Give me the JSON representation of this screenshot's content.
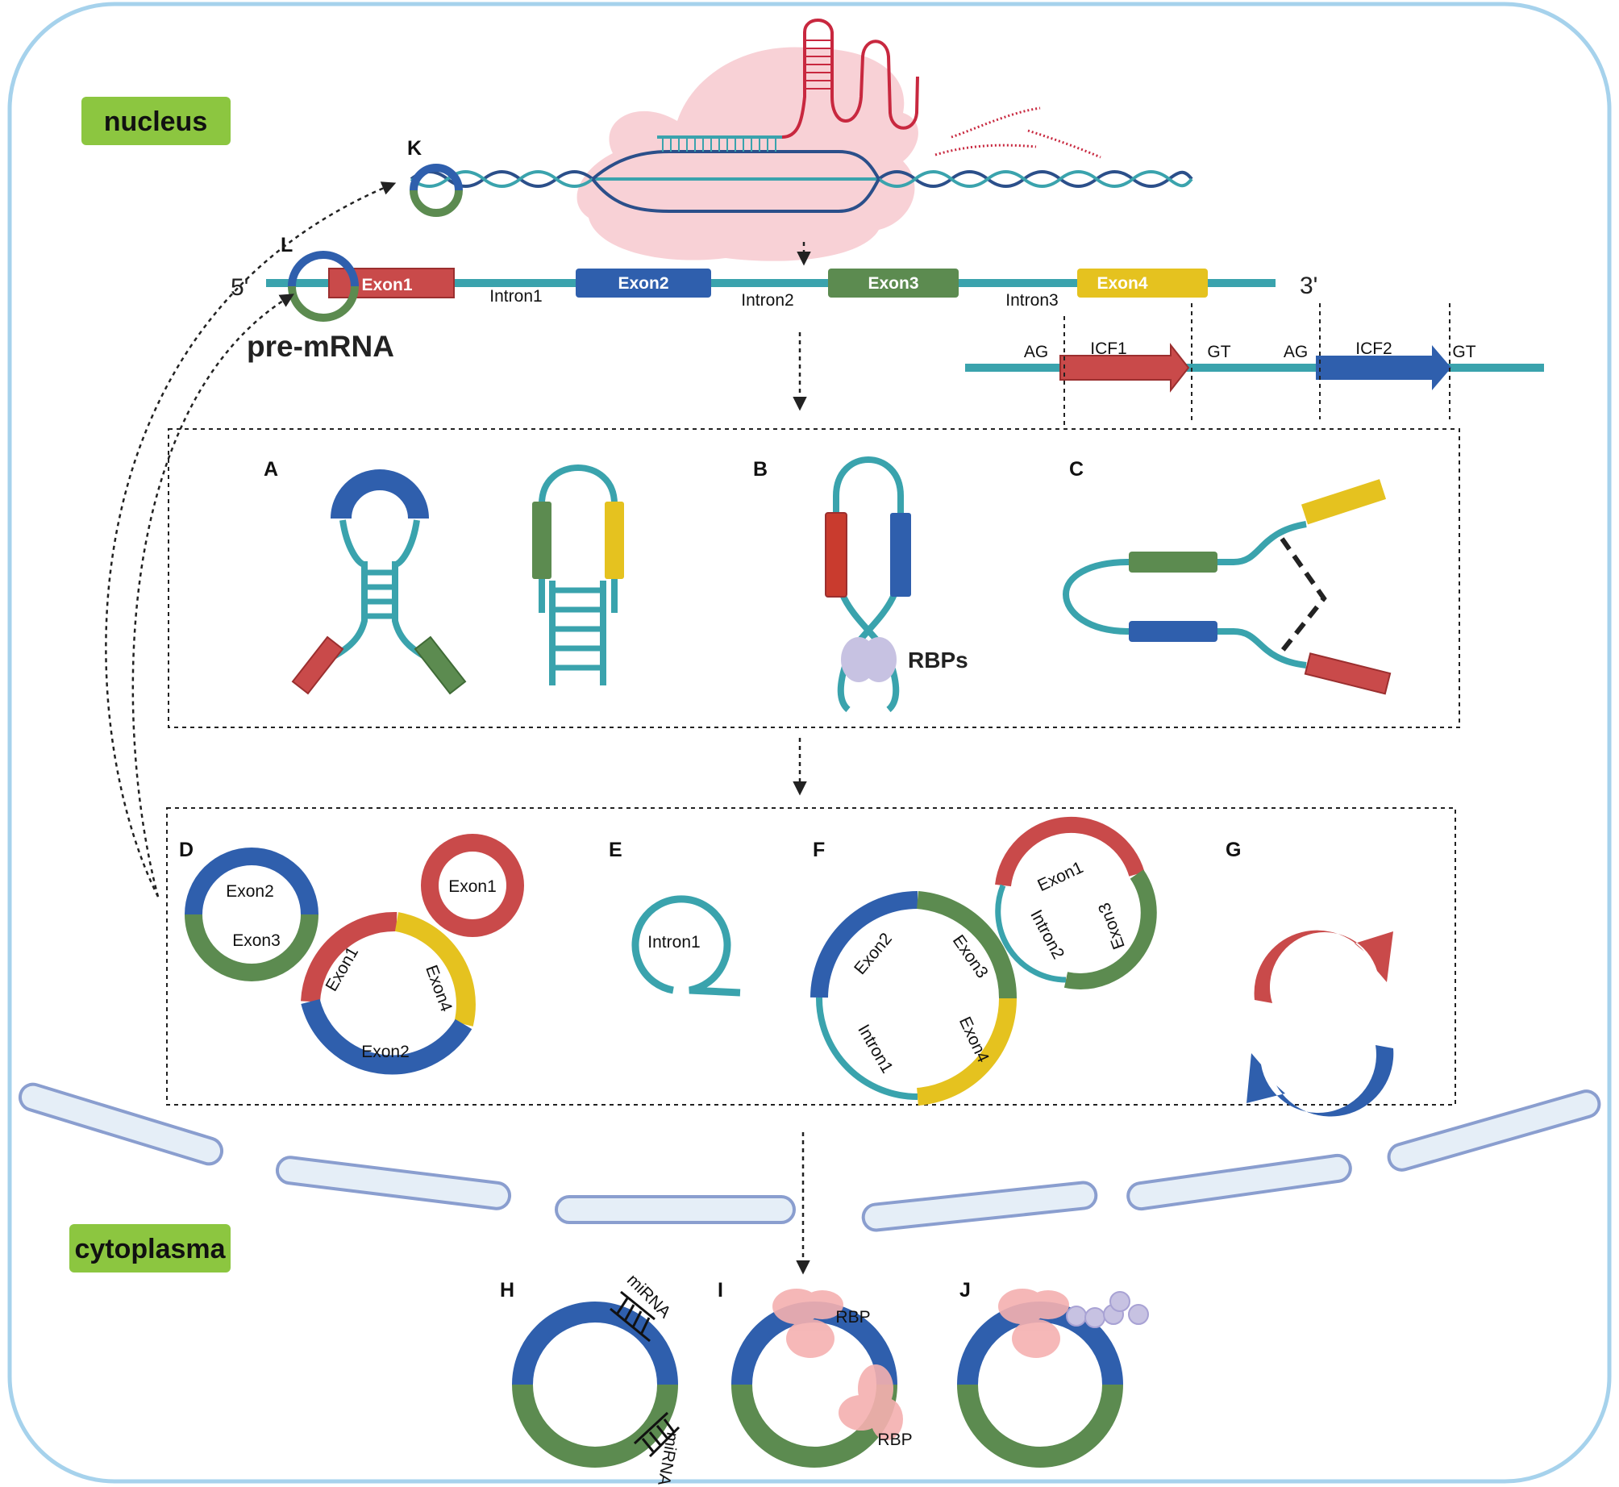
{
  "colors": {
    "teal": "#3aa3ad",
    "red": "#c94a4a",
    "blue": "#2f5fad",
    "green": "#5c8b50",
    "yellow": "#e5c21f",
    "lime": "#8cc640",
    "cell_border": "#a6d2ec",
    "membrane_fill": "#e5eef7",
    "membrane_stroke": "#8a9ecf",
    "pink": "#f6c2c2",
    "rbp_lilac": "#c7c2e2"
  },
  "compartments": {
    "nucleus": "nucleus",
    "cytoplasma": "cytoplasma"
  },
  "top": {
    "label_k": "K",
    "label_l": "L",
    "five_prime": "5'",
    "three_prime": "3'",
    "pre_mrna": "pre-mRNA",
    "exons": [
      "Exon1",
      "Exon2",
      "Exon3",
      "Exon4"
    ],
    "introns": [
      "Intron1",
      "Intron2",
      "Intron3"
    ]
  },
  "icf": {
    "ag1": "AG",
    "icf1": "ICF1",
    "gt1": "GT",
    "ag2": "AG",
    "icf2": "ICF2",
    "gt2": "GT"
  },
  "panels": {
    "a": "A",
    "b": "B",
    "c": "C",
    "d": "D",
    "e": "E",
    "f": "F",
    "g": "G",
    "h": "H",
    "i": "I",
    "j": "J"
  },
  "texts": {
    "rbps": "RBPs",
    "d_exon2": "Exon2",
    "d_exon3": "Exon3",
    "d_small_exon1": "Exon1",
    "d_exon1": "Exon1",
    "d_exon4": "Exon4",
    "d_big_exon2": "Exon2",
    "e_intron1": "Intron1",
    "f_exon2": "Exon2",
    "f_exon3": "Exon3",
    "f_intron1": "Intron1",
    "f_exon4": "Exon4",
    "f_small_exon1": "Exon1",
    "f_small_intron2": "Intron2",
    "f_small_exon3": "Exon3",
    "h_mirna1": "miRNA",
    "h_mirna2": "miRNA",
    "i_rbp1": "RBP",
    "i_rbp2": "RBP"
  }
}
